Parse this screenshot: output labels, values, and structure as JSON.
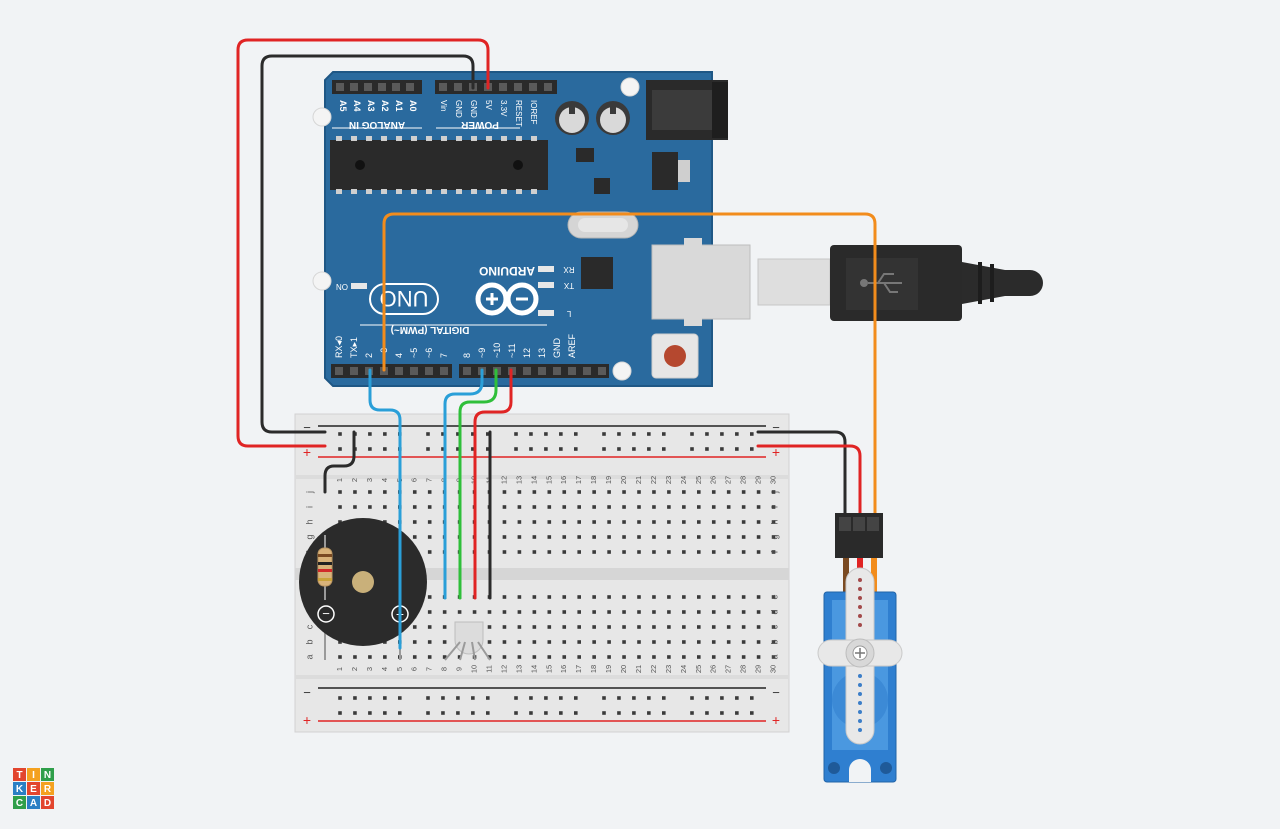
{
  "brand": {
    "logo_letters": [
      "T",
      "I",
      "N",
      "K",
      "E",
      "R",
      "C",
      "A",
      "D"
    ],
    "logo_colors": [
      "#e2452e",
      "#f4a11f",
      "#2f9f4a",
      "#2a7fc4",
      "#e2452e",
      "#f4a11f",
      "#2f9f4a",
      "#2a7fc4",
      "#e2452e"
    ]
  },
  "arduino": {
    "model": "UNO",
    "brand_text": "ARDUINO",
    "analog_header_title": "ANALOG IN",
    "power_header_title": "POWER",
    "digital_header_title": "DIGITAL (PWM~)",
    "on_label": "ON",
    "rx_label": "RX",
    "tx_label": "TX",
    "l_label": "L",
    "analog_pins": [
      "A5",
      "A4",
      "A3",
      "A2",
      "A1",
      "A0"
    ],
    "power_pins": [
      "Vin",
      "GND",
      "GND",
      "5V",
      "3.3V",
      "RESET",
      "IOREF"
    ],
    "digital_pins_left": [
      "RX◂0",
      "TX▸1",
      "2",
      "~3",
      "4",
      "~5",
      "~6",
      "7"
    ],
    "digital_pins_right": [
      "8",
      "~9",
      "~10",
      "~11",
      "12",
      "13",
      "GND",
      "AREF"
    ],
    "colors": {
      "board": "#2a6a9e",
      "board_edge": "#1f5785"
    }
  },
  "breadboard": {
    "columns": [
      "1",
      "2",
      "3",
      "4",
      "5",
      "6",
      "7",
      "8",
      "9",
      "10",
      "11",
      "12",
      "13",
      "14",
      "15",
      "16",
      "17",
      "18",
      "19",
      "20",
      "21",
      "22",
      "23",
      "24",
      "25",
      "26",
      "27",
      "28",
      "29",
      "30"
    ],
    "rows_top": [
      "j",
      "i",
      "h",
      "g",
      "f"
    ],
    "rows_bottom": [
      "e",
      "d",
      "c",
      "b",
      "a"
    ],
    "rail_minus": "−",
    "rail_plus": "+"
  },
  "buzzer": {
    "minus_label": "−",
    "plus_label": "+"
  },
  "wires": {
    "red": "#e02424",
    "black": "#2b2b2b",
    "orange": "#f28c1c",
    "blue": "#2a9fd8",
    "green": "#2fbf3a"
  }
}
